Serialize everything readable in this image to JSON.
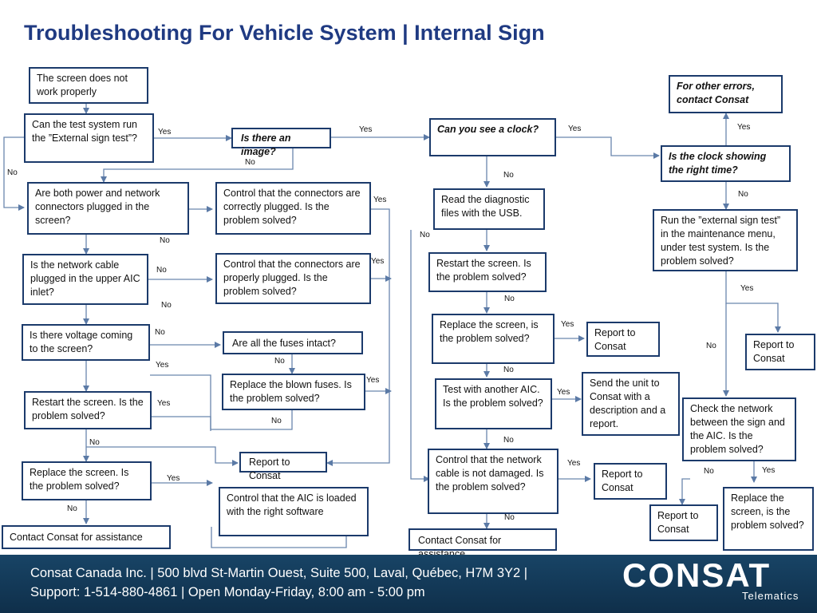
{
  "title": "Troubleshooting For Vehicle System | Internal Sign",
  "boxes": {
    "screen_not_work": "The screen does not work properly",
    "test_system": "Can the test system run the ”External sign test”?",
    "is_image": "Is there an image?",
    "clock": "Can you see a clock?",
    "other_errors": "For other errors, contact Consat",
    "clock_time": "Is the clock showing the right time?",
    "power_network": "Are both power and network connectors  plugged in the screen?",
    "control_conn1": "Control that the connectors are correctly plugged. Is the problem solved?",
    "read_diag": "Read the diagnostic files with the USB.",
    "run_ext_test": "Run the ”external sign test” in the maintenance menu, under test system. Is the problem solved?",
    "network_cable": "Is the network cable plugged in the upper AIC inlet?",
    "control_conn2": "Control that the connectors are properly plugged. Is the problem solved?",
    "restart1": "Restart the screen. Is the problem solved?",
    "voltage": "Is there voltage coming to the screen?",
    "fuses": "Are all the fuses intact?",
    "replace_screen1": "Replace the screen, is the problem solved?",
    "report1": "Report to Consat",
    "report2": "Report to Consat",
    "blown_fuses": "Replace the blown fuses. Is the problem solved?",
    "test_aic": "Test with another AIC. Is the problem solved?",
    "send_unit": "Send the unit to Consat with a description and a report.",
    "check_network": "Check the network between the sign and the AIC. Is the problem solved?",
    "restart2": "Restart the screen. Is the problem solved?",
    "report3": "Report to Consat",
    "cable_damage": "Control that the network cable is not damaged. Is the problem solved?",
    "report4": "Report to Consat",
    "replace_screen2": "Replace the screen. Is the problem solved?",
    "control_aic": "Control that the AIC is loaded with the right software",
    "report5": "Report to Consat",
    "replace_screen3": "Replace the screen, is the problem solved?",
    "contact1": "Contact Consat for assistance",
    "contact2": "Contact Consat for assistance"
  },
  "labels": {
    "yes": "Yes",
    "no": "No"
  },
  "footer": {
    "line1": "Consat Canada Inc. | 500 blvd St-Martin Ouest, Suite 500, Laval, Québec, H7M 3Y2 |",
    "line2": "Support: 1-514-880-4861 | Open Monday-Friday, 8:00 am - 5:00 pm",
    "logo": "CONSAT",
    "logo_sub": "Telematics"
  },
  "colors": {
    "title": "#1f3a82",
    "box_border": "#1b3a6b",
    "connector": "#6a86ad",
    "footer_bg": "#143b5c"
  }
}
